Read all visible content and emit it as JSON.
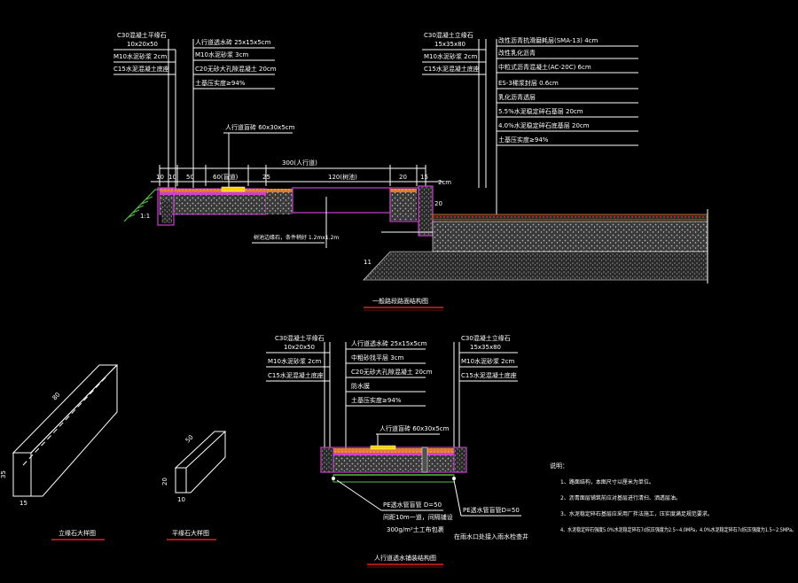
{
  "colors": {
    "background": "#000000",
    "line": "#ffffff",
    "layer_orange": "#e07830",
    "layer_magenta": "#d040d0",
    "layer_green": "#50c040",
    "title_red": "#e02020",
    "aggregate_gray": "#909090",
    "dark_gray": "#505050"
  },
  "top_section": {
    "left_curb_labels": [
      "C30混凝土平缘石",
      "10x20x50",
      "M10水泥砂浆 2cm",
      "C15水泥混凝土底座"
    ],
    "sidewalk_layers": [
      "人行道透水砖 25x15x5cm",
      "M10水泥砂浆 3cm",
      "C20无砂大孔隙混凝土 20cm",
      "土基压实度≥94%"
    ],
    "right_curb_labels": [
      "C30混凝土立缘石",
      "15x35x80",
      "M10水泥砂浆 2cm",
      "C15水泥混凝土底座"
    ],
    "roadway_layers": [
      "改性沥青抗滑磨耗层(SMA-13)  4cm",
      "改性乳化沥青",
      "中粒式沥青混凝土(AC-20C)  6cm",
      "ES-3稀浆封层  0.6cm",
      "乳化沥青透层",
      "5.5%水泥稳定碎石基层  20cm",
      "4.0%水泥稳定碎石底基层  20cm",
      "土基压实度≥94%"
    ],
    "tactile_label": "人行道盲砖 60x30x5cm",
    "tree_pit_label": "树池边缘石，条件稍好 1.2mx1.2m",
    "dim_total": "300(人行道)",
    "dim_parts": [
      "10",
      "10",
      "50",
      "60(盲道)",
      "25",
      "120(树池)",
      "20",
      "15"
    ],
    "dim_gap": "2cm",
    "dim_right_h": "20",
    "dim_left_a": "1:1",
    "dim_base": "11",
    "title": "一般路段路面结构图"
  },
  "curb_stone": {
    "dims": [
      "80",
      "35",
      "15"
    ],
    "title": "立缘石大样图"
  },
  "flat_curb": {
    "dims": [
      "50",
      "20",
      "10"
    ],
    "title": "平缘石大样图"
  },
  "bottom_section": {
    "left_curb_labels": [
      "C30混凝土平缘石",
      "10x20x50",
      "M10水泥砂浆 2cm",
      "C15水泥混凝土底座"
    ],
    "middle_layers": [
      "人行道透水砖 25x15x5cm",
      "中粗砂找平层 3cm",
      "C20无砂大孔隙混凝土 20cm",
      "防水膜",
      "土基压实度≥94%"
    ],
    "right_curb_labels": [
      "C30混凝土立缘石",
      "15x35x80",
      "M10水泥砂浆 2cm",
      "C15水泥混凝土底座"
    ],
    "tactile_label": "人行道盲砖 60x30x5cm",
    "pipe_left": [
      "PE透水管盲管 D=50",
      "间距10m一道，间隔铺设",
      "300g/m²土工布包裹"
    ],
    "pipe_right": [
      "PE透水管盲管D=50",
      "在雨水口处接入雨水检查井"
    ],
    "title": "人行道透水铺装结构图"
  },
  "notes": {
    "title": "说明：",
    "items": [
      "1、路面结构，本图尺寸以厘米为单位。",
      "2、沥青面层铺筑前应对基层进行清扫、洒透层油。",
      "3、水泥稳定碎石基层应采用厂拌法施工，压实度满足规范要求。",
      "4、水泥稳定碎石强度5.0%水泥稳定碎石7d抗压强度为2.5~4.0MPa，4.0%水泥稳定碎石7d抗压强度为1.5~2.5MPa。"
    ]
  }
}
